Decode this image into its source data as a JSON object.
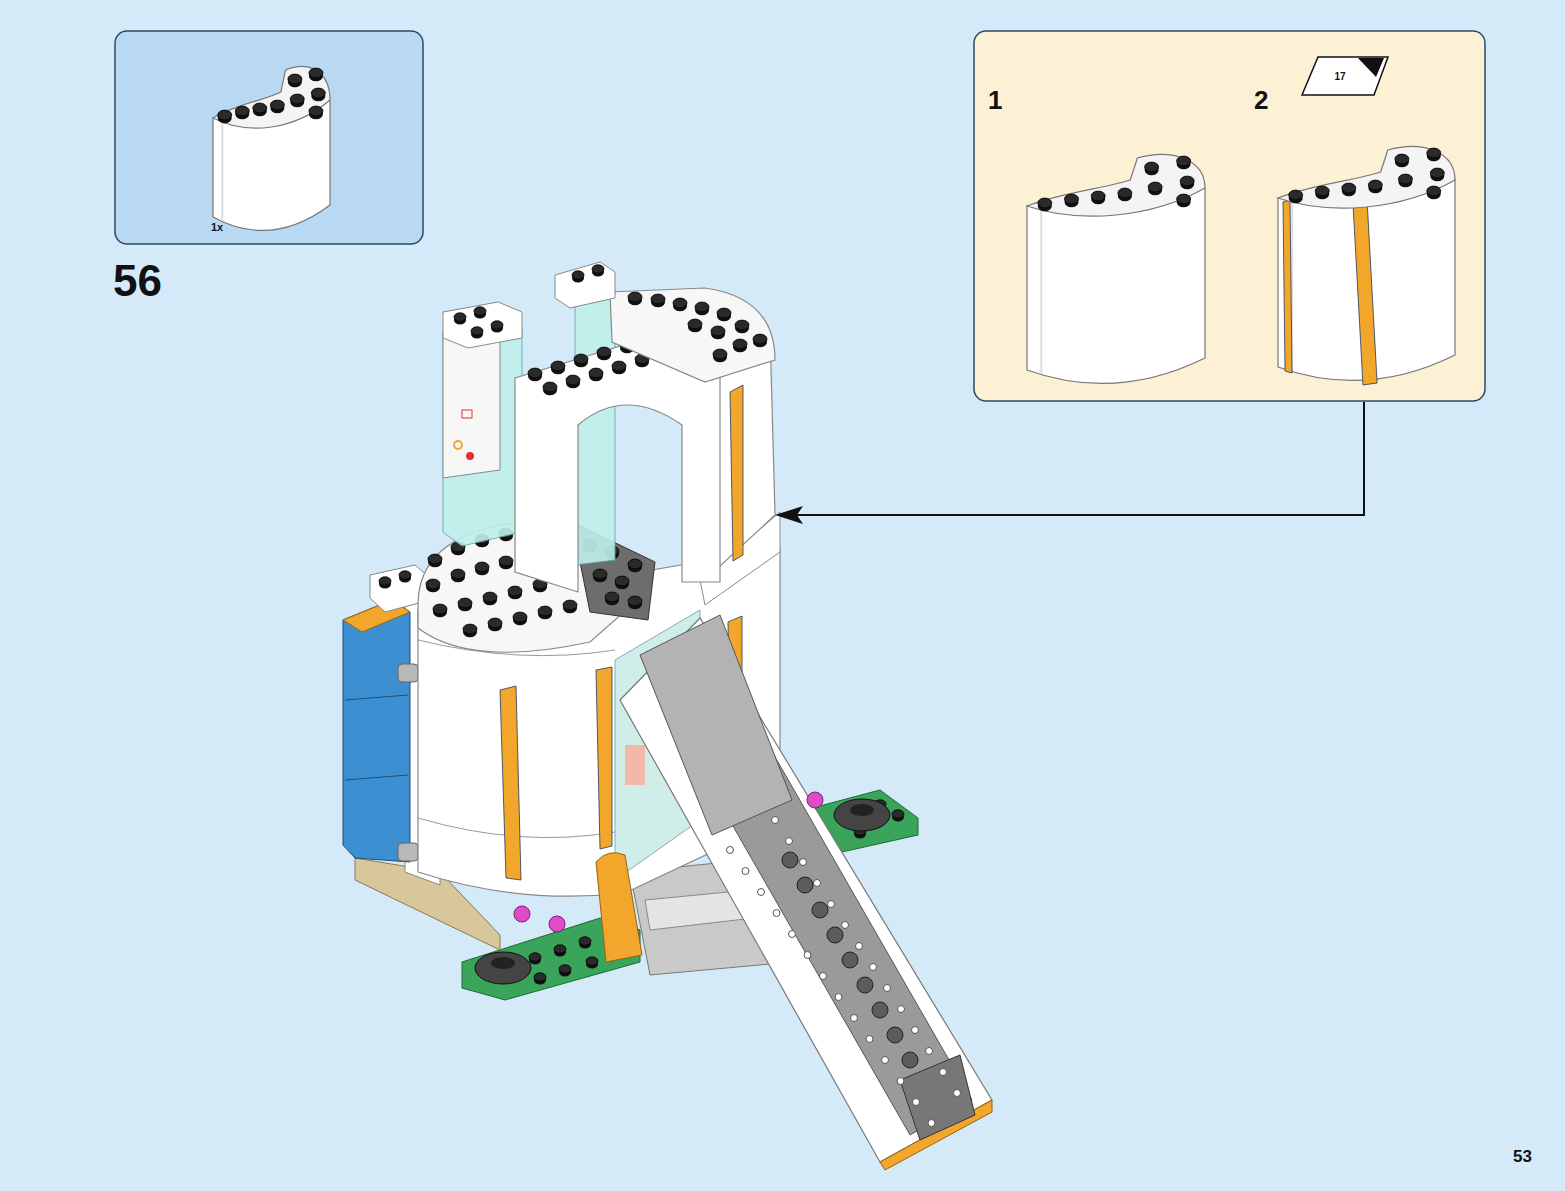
{
  "diagram": {
    "nodes": [
      {
        "text": [
          "1x"
        ]
      },
      {
        "text": [
          "1",
          "2"
        ]
      },
      {
        "text": [
          "17"
        ],
        "in": 1
      }
    ],
    "labels": [
      "56",
      "53"
    ]
  }
}
